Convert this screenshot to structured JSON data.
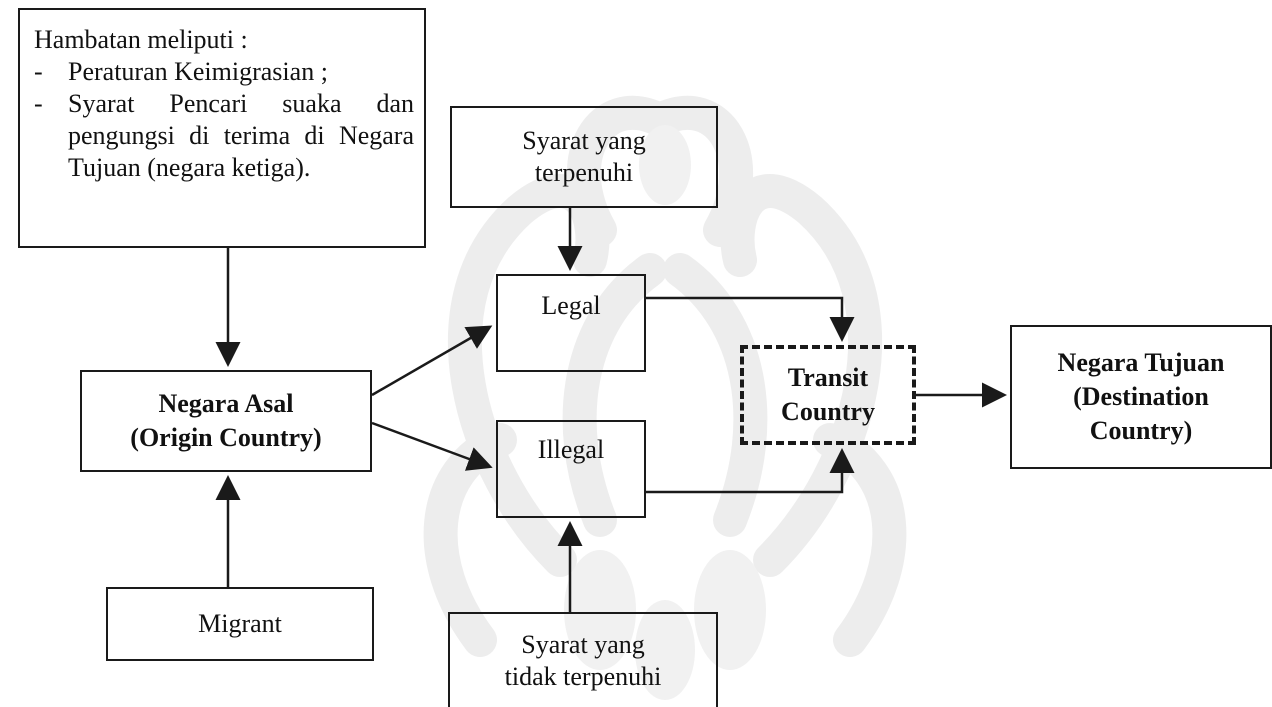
{
  "diagram": {
    "hambatan": {
      "title": "Hambatan meliputi :",
      "items": [
        "Peraturan Keimigrasian ;",
        "Syarat Pencari suaka dan pengungsi di terima di Negara Tujuan (negara ketiga)."
      ],
      "bullet": "-"
    },
    "syarat_terpenuhi": "Syarat yang terpenuhi",
    "legal": "Legal",
    "illegal": "Illegal",
    "negara_asal": {
      "line1": "Negara Asal",
      "line2": "(Origin Country)"
    },
    "transit": {
      "line1": "Transit",
      "line2": "Country"
    },
    "negara_tujuan": {
      "line1": "Negara Tujuan",
      "line2": "(Destination",
      "line3": "Country)"
    },
    "migrant": "Migrant",
    "syarat_tidak_terpenuhi": {
      "line1": "Syarat yang",
      "line2": "tidak terpenuhi"
    },
    "colors": {
      "ink": "#1a1a1a",
      "watermark": "#ececec"
    }
  }
}
